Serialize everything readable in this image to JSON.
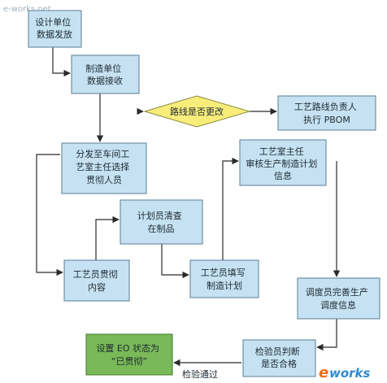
{
  "diagram": {
    "nodes": {
      "design_release": {
        "lines": [
          "设计单位",
          "数据发放"
        ]
      },
      "mfg_receive": {
        "lines": [
          "制造单位",
          "数据接收"
        ]
      },
      "route_change": {
        "lines": [
          "路线是否更改"
        ]
      },
      "route_owner": {
        "lines": [
          "工艺路线负责人",
          "执行 PBOM"
        ]
      },
      "dispatch": {
        "lines": [
          "分发至车间工",
          "艺室主任选择",
          "贯彻人员"
        ]
      },
      "planner_check": {
        "lines": [
          "计划员清查",
          "在制品"
        ]
      },
      "tech_implement": {
        "lines": [
          "工艺员贯彻",
          "内容"
        ]
      },
      "tech_fill_plan": {
        "lines": [
          "工艺员填写",
          "制造计划"
        ]
      },
      "director_review": {
        "lines": [
          "工艺室主任",
          "审核生产制造计划",
          "信息"
        ]
      },
      "scheduler": {
        "lines": [
          "调度员完善生产",
          "调度信息"
        ]
      },
      "inspector": {
        "lines": [
          "检验员判断",
          "是否合格"
        ]
      },
      "eo_status": {
        "lines": [
          "设置 EO 状态为",
          "“已贯彻”"
        ]
      }
    },
    "edge_labels": {
      "pass": "检验通过"
    },
    "colors": {
      "box_fill": "#c6e2f2",
      "box_stroke": "#5a7d95",
      "diamond_fill": "#f8ed7a",
      "diamond_stroke": "#8a8a40",
      "final_fill": "#79b957",
      "final_stroke": "#3e7a2b",
      "line": "#2b2b2b"
    }
  },
  "branding": {
    "watermark": "e-works.net",
    "logo_e": "e",
    "logo_works": "works"
  }
}
